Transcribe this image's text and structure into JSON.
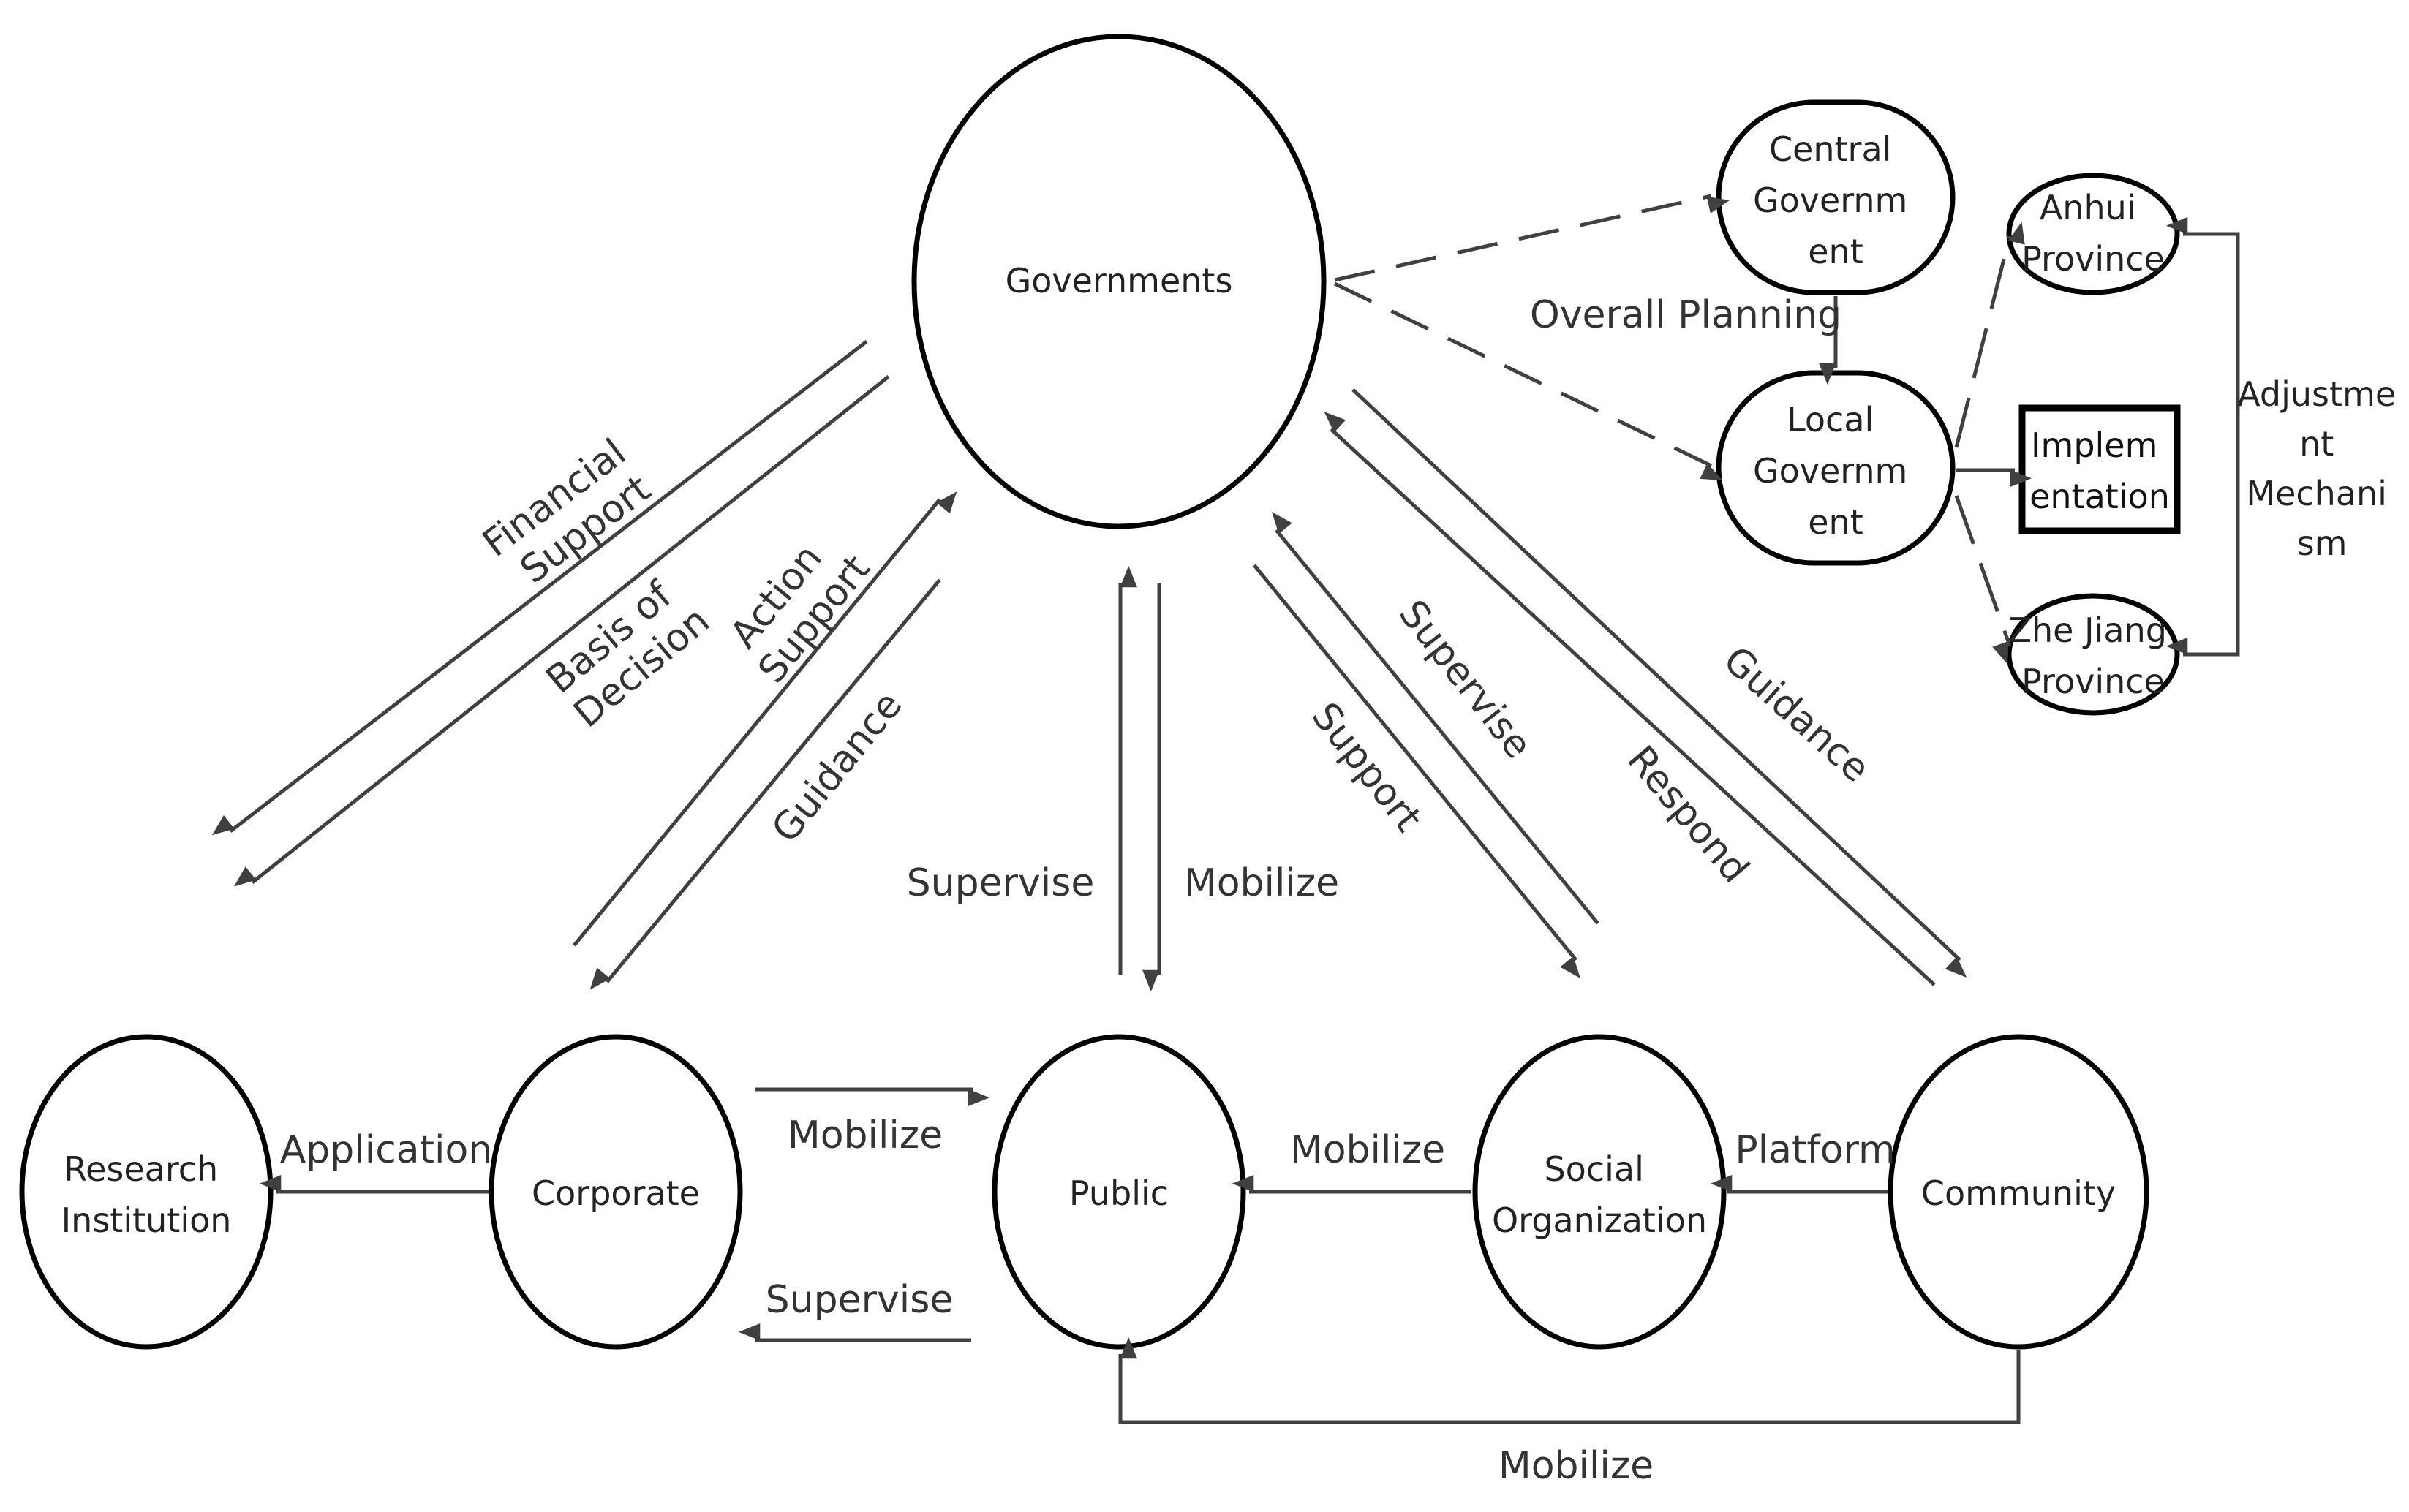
{
  "nodes": {
    "governments": "Governments",
    "central_government": [
      "Central",
      "Governm",
      "ent"
    ],
    "local_government": [
      "Local",
      "Governm",
      "ent"
    ],
    "anhui_province": [
      "Anhui",
      "Province"
    ],
    "zhejiang_province": [
      "Zhe Jiang",
      "Province"
    ],
    "implementation": [
      "Implem",
      "entation"
    ],
    "research_institution": [
      "Research",
      "Institution"
    ],
    "corporate": "Corporate",
    "public": "Public",
    "social_organization": [
      "Social",
      "Organization"
    ],
    "community": "Community"
  },
  "edge_labels": {
    "financial_support": [
      "Financial",
      "Support"
    ],
    "basis_of_decision": [
      "Basis of",
      "Decision"
    ],
    "action_support": [
      "Action",
      "Support"
    ],
    "guidance_corporate": "Guidance",
    "supervise_public_up": "Supervise",
    "mobilize_public_down": "Mobilize",
    "support_social": "Support",
    "supervise_social": "Supervise",
    "respond_community": "Respond",
    "guidance_community": "Guidance",
    "overall_planning": "Overall Planning",
    "adjustment_mechanism": [
      "Adjustme",
      "nt",
      "Mechani",
      "sm"
    ],
    "application": "Application",
    "mobilize_corp_to_public": "Mobilize",
    "supervise_public_to_corp": "Supervise",
    "mobilize_social_to_public": "Mobilize",
    "platform": "Platform",
    "mobilize_community_to_public": "Mobilize"
  },
  "colors": {
    "node_stroke": "#000000",
    "edge": "#404040",
    "text": "#333333"
  }
}
